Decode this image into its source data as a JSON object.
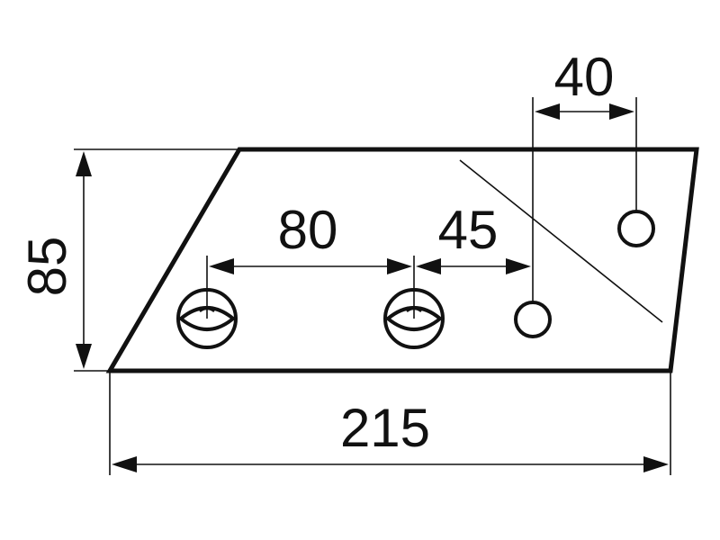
{
  "dimensions": {
    "height": "85",
    "length": "215",
    "hole_spacing_1": "80",
    "hole_spacing_2": "45",
    "hole_offset": "40"
  },
  "colors": {
    "line": "#111111",
    "background": "#ffffff"
  }
}
